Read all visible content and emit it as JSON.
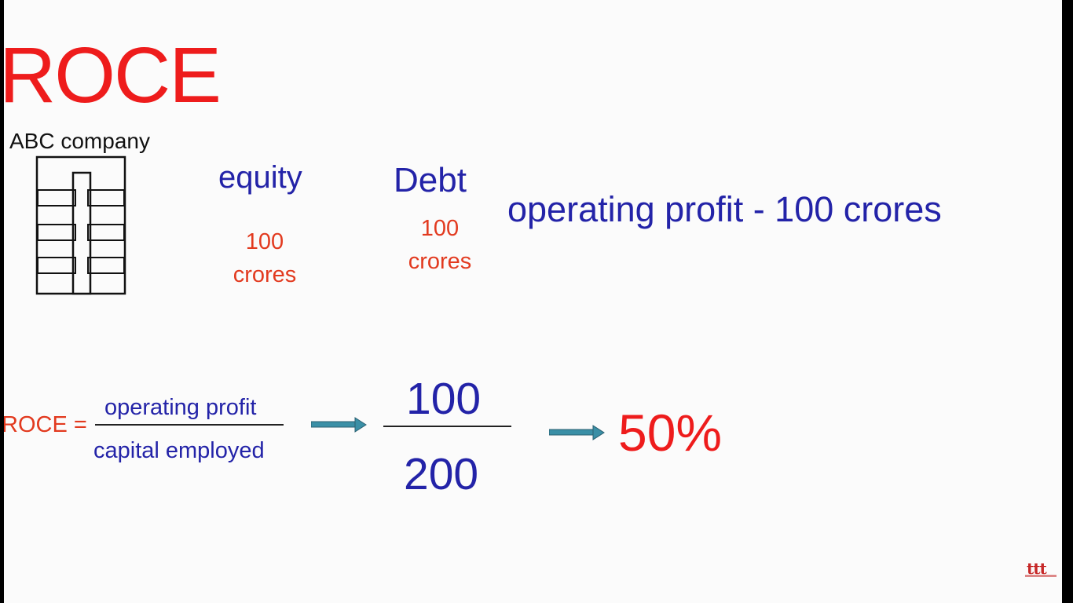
{
  "title": "ROCE",
  "company": "ABC company",
  "equity": {
    "label": "equity",
    "value": "100 crores"
  },
  "debt": {
    "label": "Debt",
    "value": "100 crores"
  },
  "operating_profit_line": "operating profit - 100 crores",
  "formula": {
    "label": "ROCE =",
    "numerator": "operating profit",
    "denominator": "capital employed"
  },
  "calculation": {
    "numerator": "100",
    "denominator": "200"
  },
  "result": "50%",
  "watermark": "ttt",
  "colors": {
    "red": "#ee1c1c",
    "blue": "#2323a8",
    "arrow": "#3a8fa6"
  }
}
